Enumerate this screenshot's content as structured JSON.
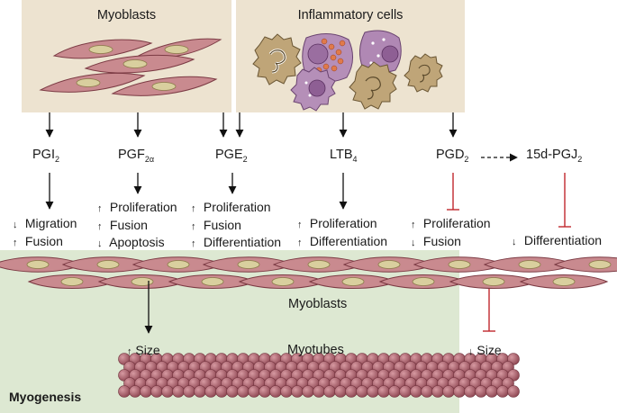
{
  "source_boxes": {
    "myoblasts_title": "Myoblasts",
    "inflammatory_title": "Inflammatory cells"
  },
  "mediators": [
    {
      "id": "pgi2",
      "base": "PGI",
      "sub": "2",
      "tail": ""
    },
    {
      "id": "pgf2a",
      "base": "PGF",
      "sub": "2α",
      "tail": ""
    },
    {
      "id": "pge2",
      "base": "PGE",
      "sub": "2",
      "tail": ""
    },
    {
      "id": "ltb4",
      "base": "LTB",
      "sub": "4",
      "tail": ""
    },
    {
      "id": "pgd2",
      "base": "PGD",
      "sub": "2",
      "tail": ""
    },
    {
      "id": "15dpgj2",
      "base": "15d-PGJ",
      "sub": "2",
      "tail": ""
    }
  ],
  "outcomes": {
    "pgi2": [
      {
        "dir": "↓",
        "text": "Migration"
      },
      {
        "dir": "↑",
        "text": "Fusion"
      }
    ],
    "pgf2a": [
      {
        "dir": "↑",
        "text": "Proliferation"
      },
      {
        "dir": "↑",
        "text": "Fusion"
      },
      {
        "dir": "↓",
        "text": "Apoptosis"
      }
    ],
    "pge2": [
      {
        "dir": "↑",
        "text": "Proliferation"
      },
      {
        "dir": "↑",
        "text": "Fusion"
      },
      {
        "dir": "↑",
        "text": "Differentiation"
      }
    ],
    "ltb4": [
      {
        "dir": "↑",
        "text": "Proliferation"
      },
      {
        "dir": "↑",
        "text": "Differentiation"
      }
    ],
    "pgd2": [
      {
        "dir": "↑",
        "text": "Proliferation"
      },
      {
        "dir": "↓",
        "text": "Fusion"
      }
    ],
    "15dpgj2": [
      {
        "dir": "↓",
        "text": "Differentiation"
      }
    ]
  },
  "bottom": {
    "myoblasts_label": "Myoblasts",
    "myotubes_label": "Myotubes",
    "size_up_dir": "↑",
    "size_up_text": "Size",
    "size_down_dir": "↓",
    "size_down_text": "Size",
    "myogenesis_label": "Myogenesis"
  },
  "colors": {
    "box_bg": "#ede3d0",
    "green_bg": "#dde8d2",
    "cell_fill": "#c98a8f",
    "cell_stroke": "#7c3b44",
    "nucleus_fill": "#d9cf9e",
    "inhibit_red": "#c0272d",
    "myotube_fill": "#a85d68"
  }
}
